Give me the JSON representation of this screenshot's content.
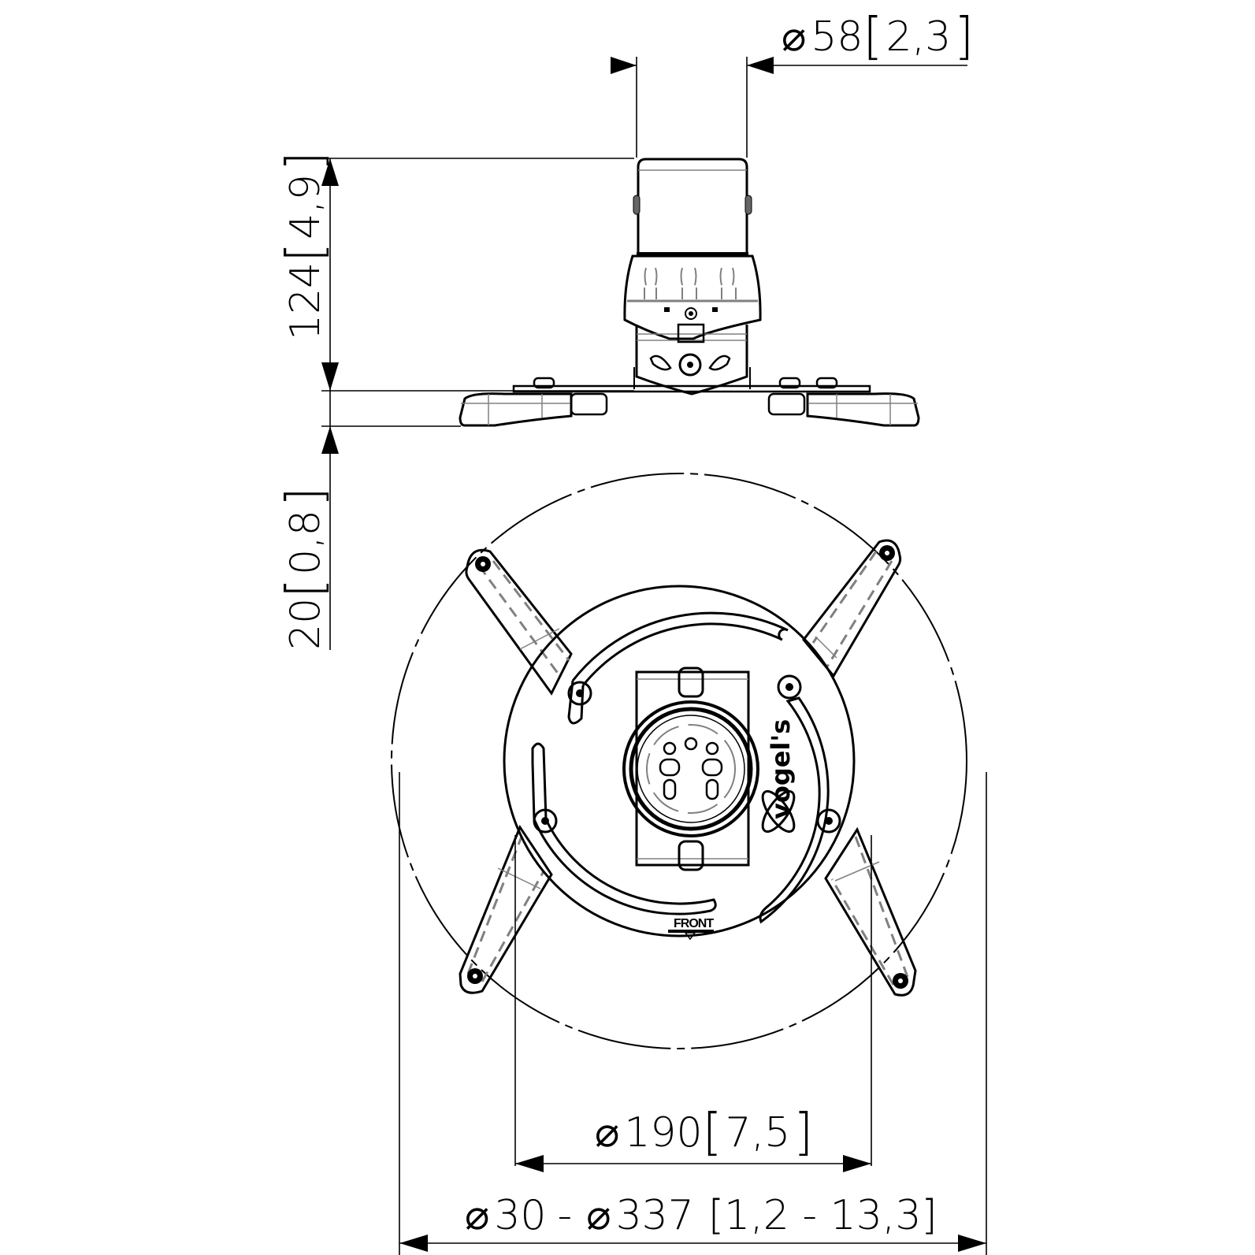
{
  "drawing": {
    "title": "Projector ceiling mount – dimensional drawing",
    "views": [
      "side-view",
      "top-view"
    ],
    "colors": {
      "line": "#000000",
      "hidden_line": "#808080",
      "background": "#ffffff"
    }
  },
  "dimensions": {
    "tube_diameter": {
      "symbol": "⌀",
      "value": "58",
      "bracket_open": "[",
      "inch_value": "2,3",
      "bracket_close": "]"
    },
    "height": {
      "value": "124",
      "bracket_open": "[",
      "inch_value": "4,9",
      "bracket_close": "]"
    },
    "base_height": {
      "value": "20",
      "bracket_open": "[",
      "inch_value": "0,8",
      "bracket_close": "]"
    },
    "plate_diameter": {
      "symbol": "⌀",
      "value": "190",
      "bracket_open": "[",
      "inch_value": "7,5",
      "bracket_close": "]"
    },
    "span_range": {
      "symbol_min": "⌀",
      "min": "30",
      "separator": "-",
      "symbol_max": "⌀",
      "max": "337",
      "inch_range": "[1,2 - 13,3]"
    }
  },
  "labels": {
    "front_marker": "FRONT",
    "brand_logo": "vogel's"
  }
}
